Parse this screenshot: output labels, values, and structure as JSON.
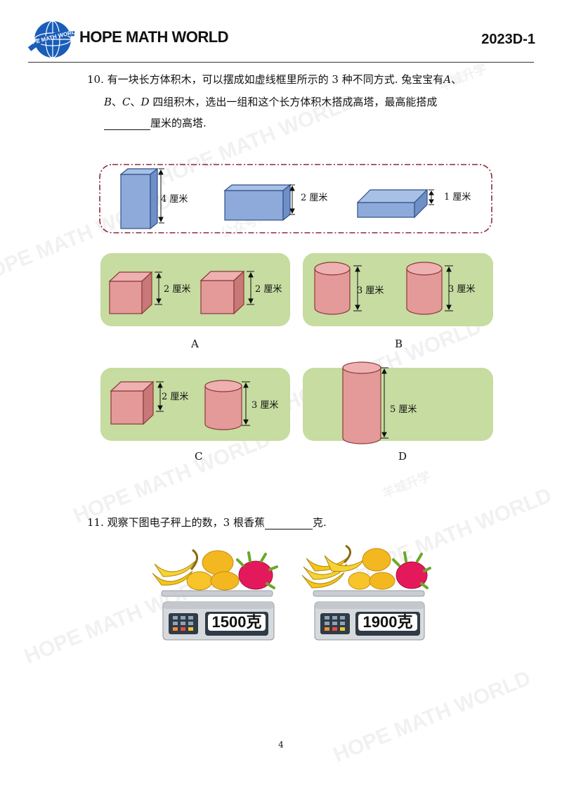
{
  "header": {
    "logo_text": "HOPE MATH WORLD",
    "logo_emblem_text": "HOPE MATH WORLD",
    "code": "2023D-1"
  },
  "q10": {
    "number": "10.",
    "line1": "有一块长方体积木，可以摆成如虚线框里所示的 3 种不同方式. 兔宝宝有",
    "A": "A",
    "sep": "、",
    "B": "B",
    "C": "C",
    "D": "D",
    "line2_text": "四组积木，选出一组和这个长方体积木搭成高塔，最高能搭成",
    "line3_text": "厘米的高塔.",
    "orientations": {
      "label1": "4 厘米",
      "label2": "2 厘米",
      "label3": "1 厘米"
    },
    "options": {
      "A": {
        "letter": "A",
        "label1": "2 厘米",
        "label2": "2 厘米"
      },
      "B": {
        "letter": "B",
        "label1": "3 厘米",
        "label2": "3 厘米"
      },
      "C": {
        "letter": "C",
        "label1": "2 厘米",
        "label2": "3 厘米"
      },
      "D": {
        "letter": "D",
        "label1": "5 厘米"
      }
    }
  },
  "q11": {
    "number": "11.",
    "text_before": "观察下图电子秤上的数，3 根香蕉",
    "text_after": "克.",
    "scale1_reading": "1500克",
    "scale2_reading": "1900克"
  },
  "watermarks": [
    "HOPE MATH WORLD",
    "公众号:",
    "羊城升学"
  ],
  "page_number": "4",
  "colors": {
    "block_blue": "#8eaadb",
    "block_pink": "#e59a9a",
    "panel_green": "#c6dca0",
    "dashed_frame": "#8b2b3b"
  }
}
